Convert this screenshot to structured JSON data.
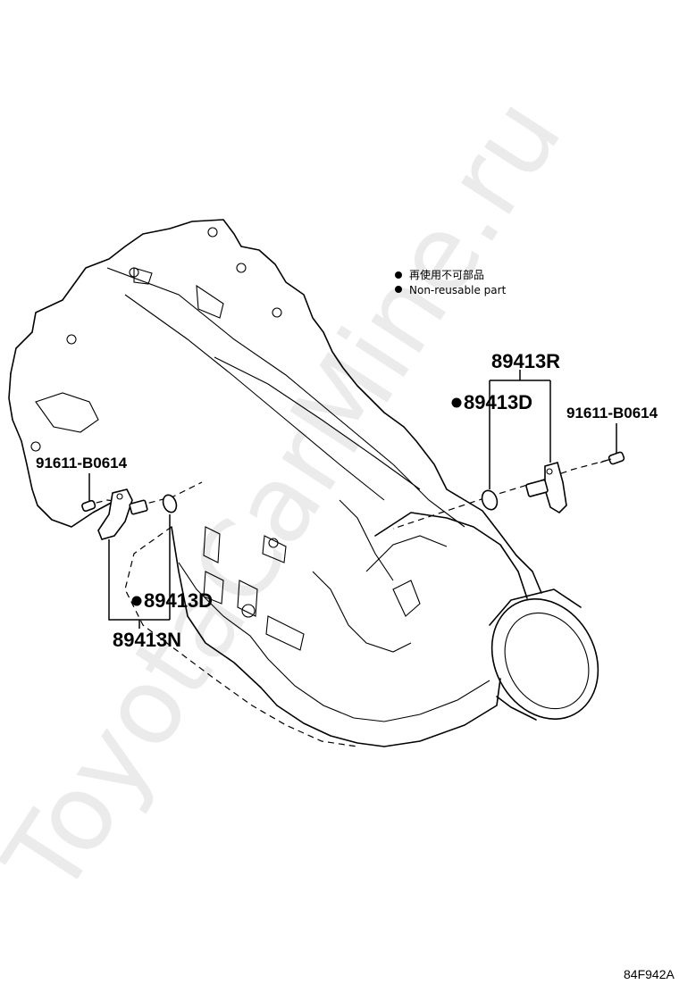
{
  "legend": {
    "line1": "再使用不可部品",
    "line2": "Non-reusable part"
  },
  "parts": {
    "speed_sensor_rear": "89413R",
    "speed_sensor_front": "89413N",
    "o_ring_right": "89413D",
    "o_ring_left": "89413D",
    "bolt_right": "91611-B0614",
    "bolt_left": "91611-B0614"
  },
  "diagram_code": "84F942A",
  "watermark": "ToyotaCarMine.ru"
}
